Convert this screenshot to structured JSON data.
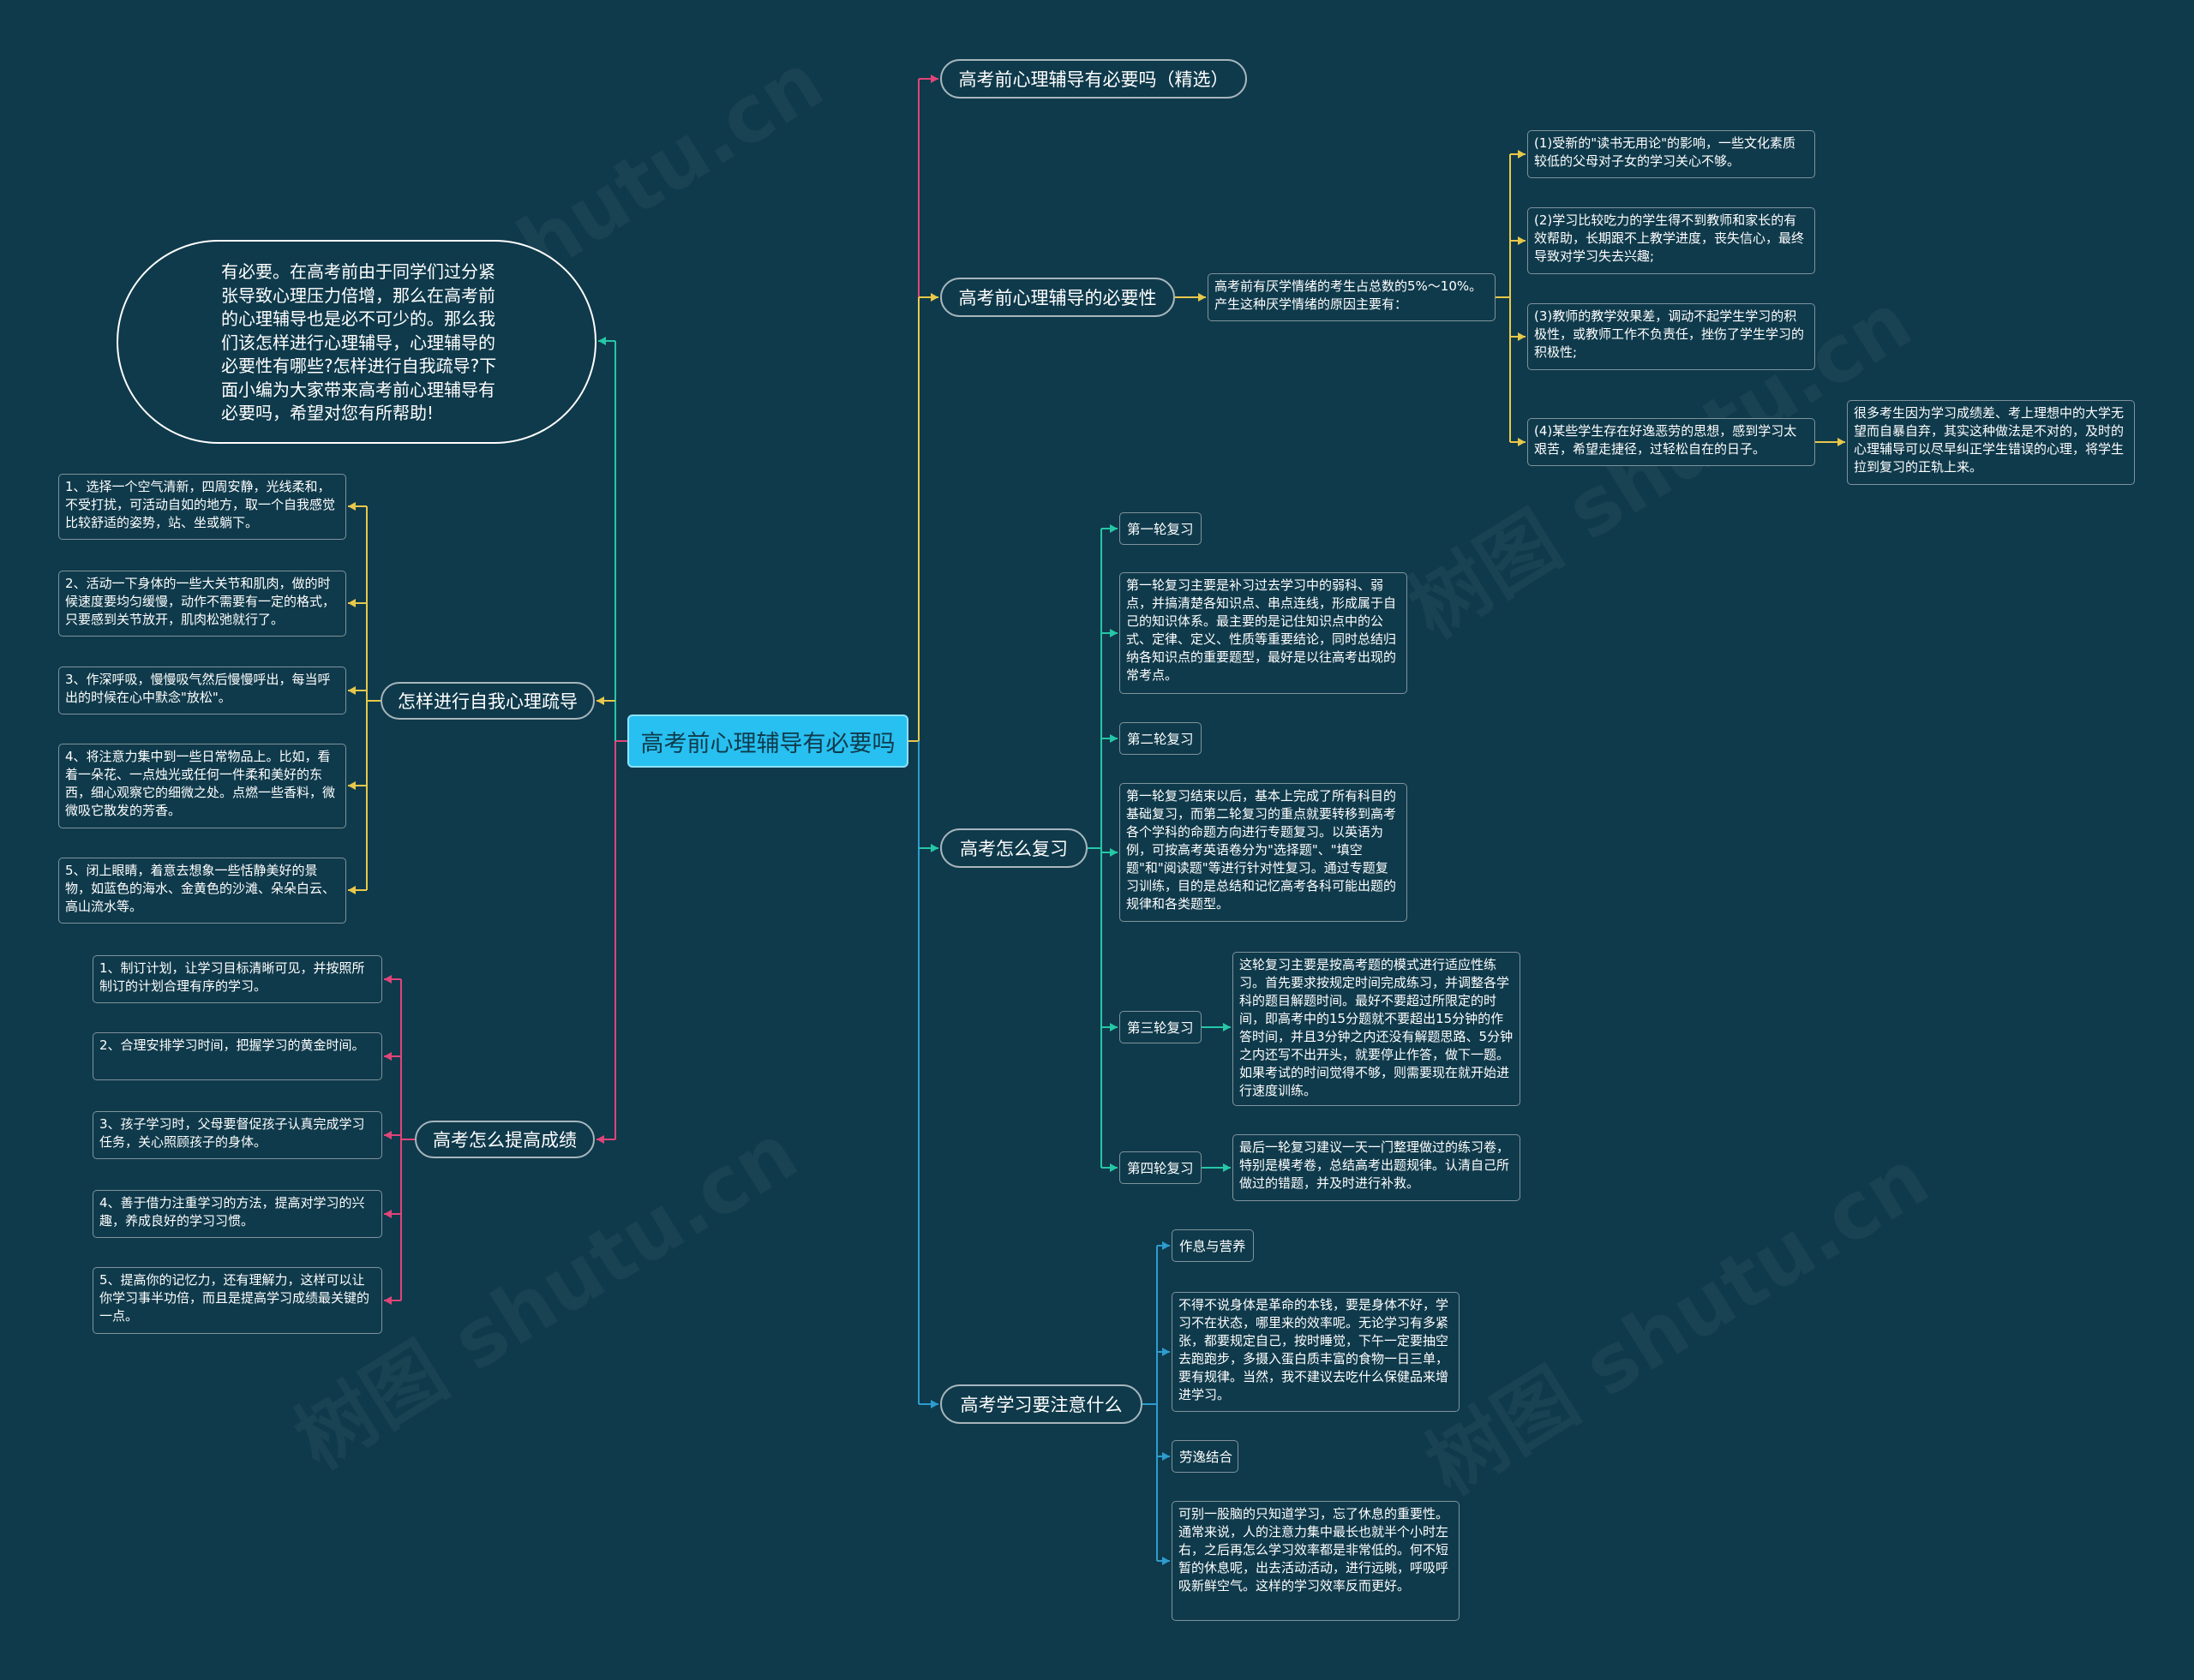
{
  "root": "高考前心理辅导有必要吗",
  "intro": "有必要。在高考前由于同学们过分紧张导致心理压力倍增，那么在高考前的心理辅导也是必不可少的。那么我们该怎样进行心理辅导，心理辅导的必要性有哪些?怎样进行自我疏导?下面小编为大家带来高考前心理辅导有必要吗，希望对您有所帮助!",
  "left": {
    "self_relief": {
      "title": "怎样进行自我心理疏导",
      "items": [
        "1、选择一个空气清新，四周安静，光线柔和，不受打扰，可活动自如的地方，取一个自我感觉比较舒适的姿势，站、坐或躺下。",
        "2、活动一下身体的一些大关节和肌肉，做的时候速度要均匀缓慢，动作不需要有一定的格式，只要感到关节放开，肌肉松弛就行了。",
        "3、作深呼吸，慢慢吸气然后慢慢呼出，每当呼出的时候在心中默念\"放松\"。",
        "4、将注意力集中到一些日常物品上。比如，看着一朵花、一点烛光或任何一件柔和美好的东西，细心观察它的细微之处。点燃一些香料，微微吸它散发的芳香。",
        "5、闭上眼睛，着意去想象一些恬静美好的景物，如蓝色的海水、金黄色的沙滩、朵朵白云、高山流水等。"
      ]
    },
    "improve": {
      "title": "高考怎么提高成绩",
      "items": [
        "1、制订计划，让学习目标清晰可见，并按照所制订的计划合理有序的学习。",
        "2、合理安排学习时间，把握学习的黄金时间。",
        "3、孩子学习时，父母要督促孩子认真完成学习任务，关心照顾孩子的身体。",
        "4、善于借力注重学习的方法，提高对学习的兴趣，养成良好的学习习惯。",
        "5、提高你的记忆力，还有理解力，这样可以让你学习事半功倍，而且是提高学习成绩最关键的一点。"
      ]
    }
  },
  "right": {
    "featured": {
      "title": "高考前心理辅导有必要吗（精选）"
    },
    "necessity": {
      "title": "高考前心理辅导的必要性",
      "summary": "高考前有厌学情绪的考生占总数的5%～10%。产生这种厌学情绪的原因主要有：",
      "reasons": [
        "(1)受新的\"读书无用论\"的影响，一些文化素质较低的父母对子女的学习关心不够。",
        "(2)学习比较吃力的学生得不到教师和家长的有效帮助，长期跟不上教学进度，丧失信心，最终导致对学习失去兴趣;",
        "(3)教师的教学效果差，调动不起学生学习的积极性，或教师工作不负责任，挫伤了学生学习的积极性;",
        "(4)某些学生存在好逸恶劳的思想，感到学习太艰苦，希望走捷径，过轻松自在的日子。"
      ],
      "conclusion": "很多考生因为学习成绩差、考上理想中的大学无望而自暴自弃，其实这种做法是不对的，及时的心理辅导可以尽早纠正学生错误的心理，将学生拉到复习的正轨上来。"
    },
    "review": {
      "title": "高考怎么复习",
      "round1": "第一轮复习",
      "round1_text": "第一轮复习主要是补习过去学习中的弱科、弱点，并搞清楚各知识点、串点连线，形成属于自己的知识体系。最主要的是记住知识点中的公式、定律、定义、性质等重要结论，同时总结归纳各知识点的重要题型，最好是以往高考出现的常考点。",
      "round2": "第二轮复习",
      "round2_text": "第一轮复习结束以后，基本上完成了所有科目的基础复习，而第二轮复习的重点就要转移到高考各个学科的命题方向进行专题复习。以英语为例，可按高考英语卷分为\"选择题\"、\"填空题\"和\"阅读题\"等进行针对性复习。通过专题复习训练，目的是总结和记忆高考各科可能出题的规律和各类题型。",
      "round3": "第三轮复习",
      "round3_text": "这轮复习主要是按高考题的模式进行适应性练习。首先要求按规定时间完成练习，并调整各学科的题目解题时间。最好不要超过所限定的时间，即高考中的15分题就不要超出15分钟的作答时间，并且3分钟之内还没有解题思路、5分钟之内还写不出开头，就要停止作答，做下一题。如果考试的时间觉得不够，则需要现在就开始进行速度训练。",
      "round4": "第四轮复习",
      "round4_text": "最后一轮复习建议一天一门整理做过的练习卷，特别是模考卷，总结高考出题规律。认清自己所做过的错题，并及时进行补救。"
    },
    "attention": {
      "title": "高考学习要注意什么",
      "rest": "作息与营养",
      "rest_text": "不得不说身体是革命的本钱，要是身体不好，学习不在状态，哪里来的效率呢。无论学习有多紧张，都要规定自己，按时睡觉，下午一定要抽空去跑跑步，多摄入蛋白质丰富的食物一日三单，要有规律。当然，我不建议去吃什么保健品来增进学习。",
      "balance": "劳逸结合",
      "balance_text": "可别一股脑的只知道学习，忘了休息的重要性。通常来说，人的注意力集中最长也就半个小时左右，之后再怎么学习效率都是非常低的。何不短暂的休息呢，出去活动活动，进行远眺，呼吸呼吸新鲜空气。这样的学习效率反而更好。"
    }
  },
  "watermark": "树图 shutu.cn",
  "colors": {
    "background": "#0f3a4b",
    "root_fill": "#27c0f0",
    "teal": "#25c7a6",
    "yellow": "#e8c84a",
    "pink": "#e0447a",
    "blue": "#2d9ccf"
  }
}
